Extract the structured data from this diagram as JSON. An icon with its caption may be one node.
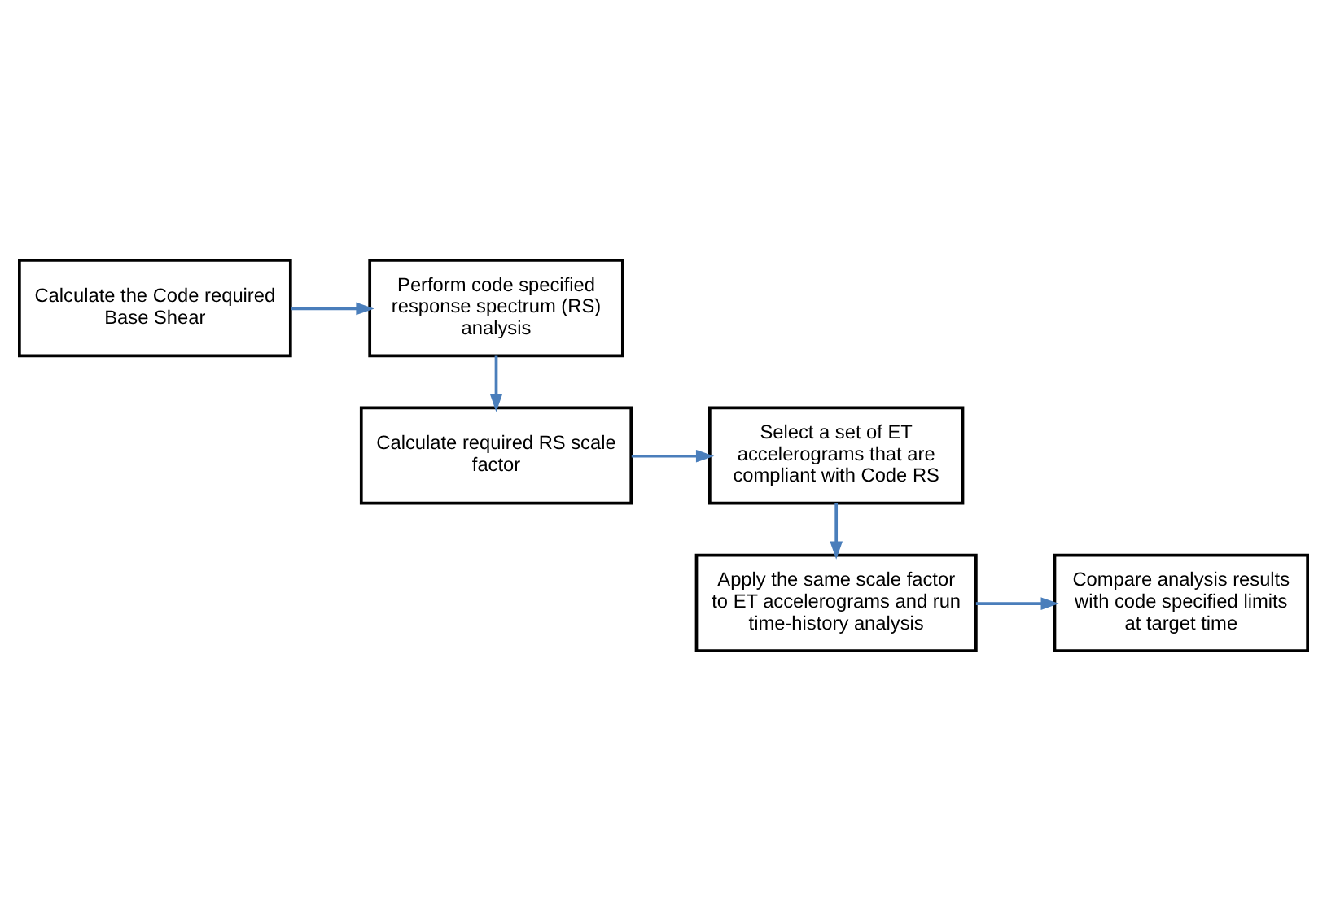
{
  "diagram": {
    "nodes": [
      {
        "text": [
          "Calculate the Code required Base Shear"
        ]
      },
      {
        "text": [
          "Perform code specified response spectrum (RS) analysis"
        ]
      },
      {
        "text": [
          "Calculate required RS scale factor"
        ]
      },
      {
        "text": [
          "Select a set of ET accelerograms that are compliant with Code RS"
        ]
      },
      {
        "text": [
          "Apply the same scale factor to ET accelerograms and run time-history analysis"
        ]
      },
      {
        "text": [
          "Compare analysis results with code specified limits at target time"
        ]
      }
    ],
    "edges": [
      {
        "from": 0,
        "to": 1,
        "arrow": "to"
      },
      {
        "from": 1,
        "to": 2,
        "arrow": "to"
      },
      {
        "from": 2,
        "to": 3,
        "arrow": "to"
      },
      {
        "from": 3,
        "to": 4,
        "arrow": "to"
      },
      {
        "from": 4,
        "to": 5,
        "arrow": "to"
      }
    ]
  }
}
